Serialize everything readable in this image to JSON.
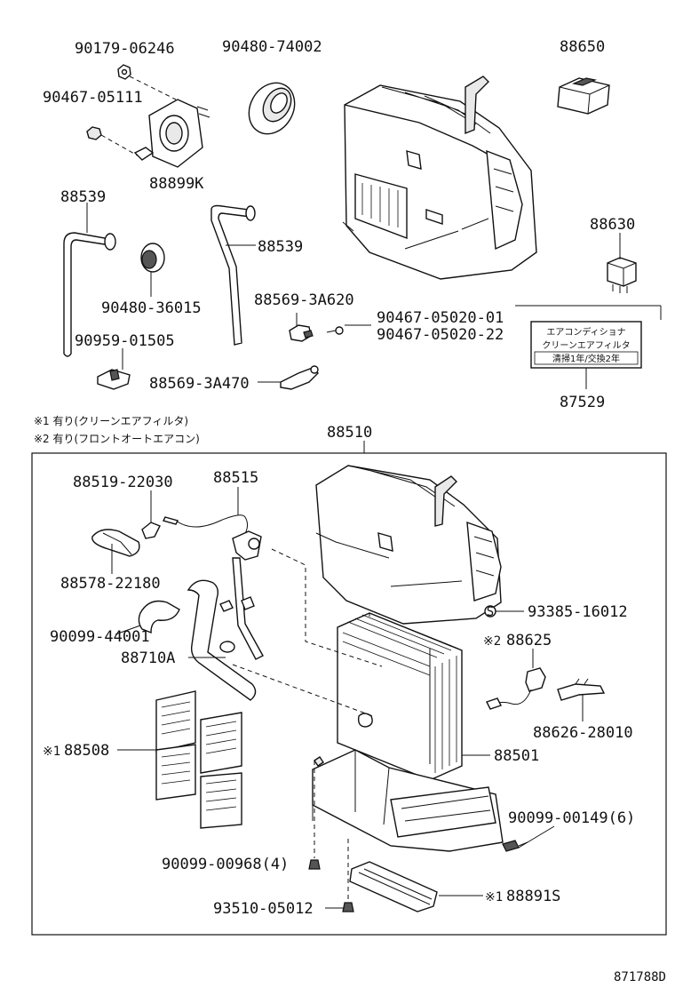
{
  "labels": {
    "p90179": "90179-06246",
    "p90480_74002": "90480-74002",
    "p88650": "88650",
    "p90467_05111": "90467-05111",
    "p88899K": "88899K",
    "p88539_a": "88539",
    "p88539_b": "88539",
    "p88630": "88630",
    "p90480_36015": "90480-36015",
    "p88569_3A620": "88569-3A620",
    "p90467_01": "90467-05020-01",
    "p90467_22": "90467-05020-22",
    "p90959": "90959-01505",
    "p88569_3A470": "88569-3A470",
    "p87529": "87529",
    "p88510": "88510",
    "p88519": "88519-22030",
    "p88515": "88515",
    "p88578": "88578-22180",
    "p93385": "93385-16012",
    "p90099_44001": "90099-44001",
    "p88625": "88625",
    "p88710A": "88710A",
    "p88626": "88626-28010",
    "p88508": "88508",
    "p88501": "88501",
    "p90099_00149": "90099-00149(6)",
    "p90099_00968": "90099-00968(4)",
    "p88891S": "88891S",
    "p93510": "93510-05012"
  },
  "marks": {
    "ref1": "※1",
    "ref2": "※2",
    "screw_s": "S"
  },
  "notes": {
    "note1": "※1 有り(クリーンエアフィルタ)",
    "note2": "※2 有り(フロントオートエアコン)"
  },
  "sticker": {
    "line1": "エアコンディショナ",
    "line2": "クリーンエアフィルタ",
    "line3": "清掃1年/交換2年"
  },
  "diagram_id": "871788D"
}
